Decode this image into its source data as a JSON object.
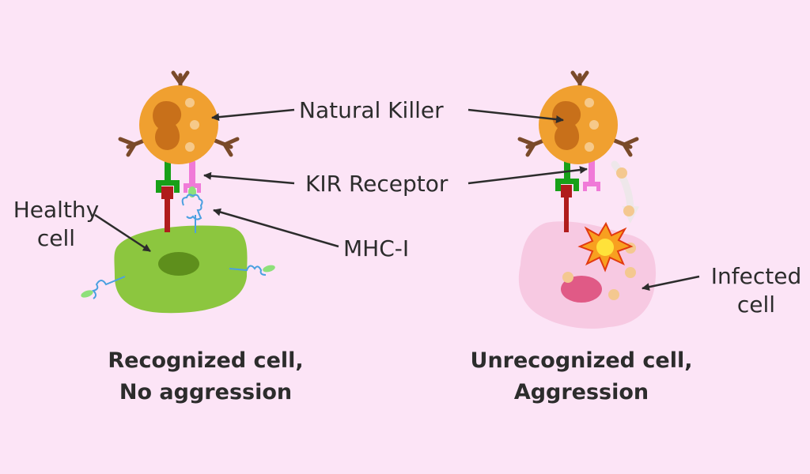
{
  "labels": {
    "natural_killer": "Natural Killer",
    "kir_receptor": "KIR Receptor",
    "mhc_i": "MHC-I",
    "healthy_cell": [
      "Healthy",
      "cell"
    ],
    "infected_cell": [
      "Infected",
      "cell"
    ]
  },
  "captions": {
    "left": [
      "Recognized cell,",
      "No aggression"
    ],
    "right": [
      "Unrecognized cell,",
      "Aggression"
    ]
  },
  "colors": {
    "background": "#fce4f6",
    "nk_cell": "#f0a030",
    "nk_nucleus": "#c8701a",
    "nk_granule": "#f6c98a",
    "antibody": "#7a4a2a",
    "activating_receptor": "#18a018",
    "activating_ligand": "#b01c1c",
    "kir_receptor": "#f07ad8",
    "mhc_i": "#4aa0e0",
    "mhc_peptide": "#8ee07a",
    "healthy_cell": "#8cc63f",
    "healthy_nucleus": "#5e8f1c",
    "infected_cell": "#f7c9e2",
    "infected_nucleus": "#e05a86",
    "granule_release": "#f4c890",
    "burst": "#f8a020",
    "burst_core": "#ffe23a",
    "burst_outline": "#e23a10"
  },
  "icons": [
    "natural-killer-cell-icon",
    "healthy-cell-icon",
    "infected-cell-icon",
    "explosion-icon",
    "arrow-icon"
  ]
}
